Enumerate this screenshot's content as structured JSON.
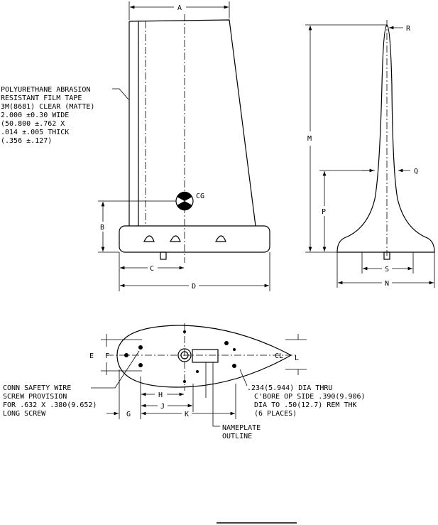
{
  "dimensions": {
    "A": "A",
    "B": "B",
    "C": "C",
    "D": "D",
    "M": "M",
    "P": "P",
    "Q": "Q",
    "R": "R",
    "S": "S",
    "N": "N",
    "E": "E",
    "F": "F",
    "G": "G",
    "H": "H",
    "J": "J",
    "K": "K",
    "L": "L",
    "CL": "CL"
  },
  "cg_label": "CG",
  "tape_note": [
    "POLYURETHANE ABRASION",
    "RESISTANT FILM TAPE",
    "3M(8681) CLEAR (MATTE)",
    "2.000 ±0.30 WIDE",
    "(50.800 ±.762 X",
    ".014 ±.005 THICK",
    "(.356 ±.127)"
  ],
  "screw_note": [
    "CONN SAFETY WIRE",
    "SCREW PROVISION",
    "FOR .632 X .380(9.652)",
    "LONG SCREW"
  ],
  "hole_note": [
    ".234(5.944) DIA THRU",
    "C'BORE OP SIDE .390(9.906)",
    "DIA TO .50(12.7) REM THK",
    "(6 PLACES)"
  ],
  "nameplate_note": [
    "NAMEPLATE",
    "OUTLINE"
  ]
}
